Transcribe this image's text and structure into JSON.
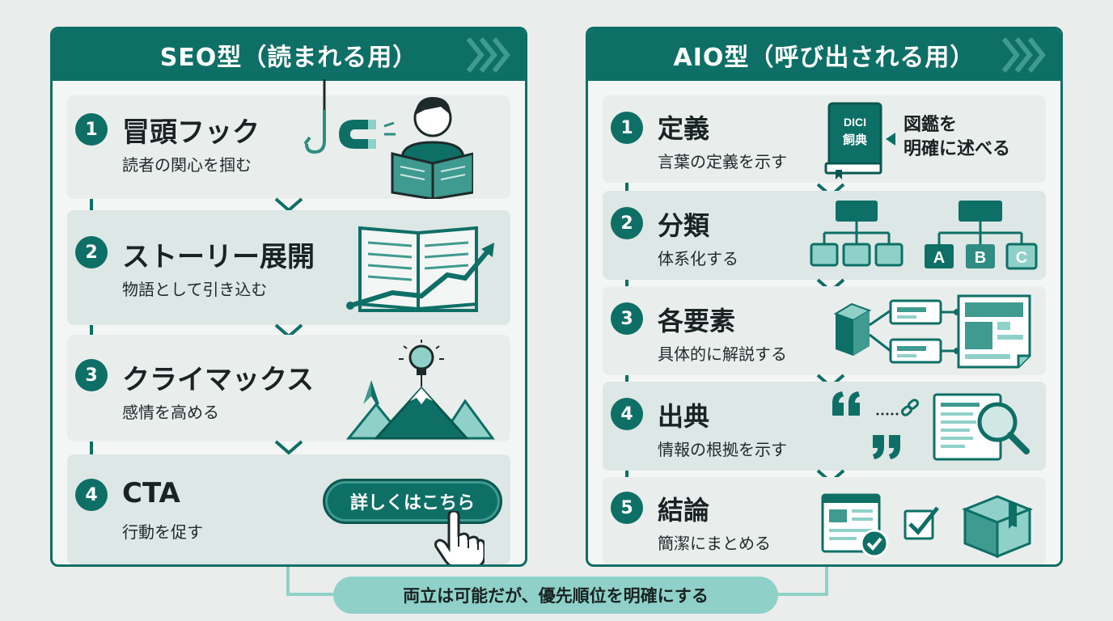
{
  "seo": {
    "title": "SEO型（読まれる用）",
    "steps": [
      {
        "num": "1",
        "title": "冒頭フック",
        "sub": "読者の関心を掴む"
      },
      {
        "num": "2",
        "title": "ストーリー展開",
        "sub": "物語として引き込む"
      },
      {
        "num": "3",
        "title": "クライマックス",
        "sub": "感情を高める"
      },
      {
        "num": "4",
        "title": "CTA",
        "sub": "行動を促す"
      }
    ],
    "cta_button": "詳しくはこちら"
  },
  "aio": {
    "title": "AIO型（呼び出される用）",
    "steps": [
      {
        "num": "1",
        "title": "定義",
        "sub": "言葉の定義を示す"
      },
      {
        "num": "2",
        "title": "分類",
        "sub": "体系化する"
      },
      {
        "num": "3",
        "title": "各要素",
        "sub": "具体的に解説する"
      },
      {
        "num": "4",
        "title": "出典",
        "sub": "情報の根拠を示す"
      },
      {
        "num": "5",
        "title": "結論",
        "sub": "簡潔にまとめる"
      }
    ],
    "dictionary_label_1": "DICI",
    "dictionary_label_2": "飼典",
    "callout_1": "図鑑を",
    "callout_2": "明確に述べる",
    "abc": [
      "A",
      "B",
      "C"
    ]
  },
  "footer": "両立は可能だが、優先順位を明確にする",
  "colors": {
    "primary": "#0e6f66",
    "accent_light": "#8fd1c9",
    "panel_bg": "#f4f6f5"
  }
}
